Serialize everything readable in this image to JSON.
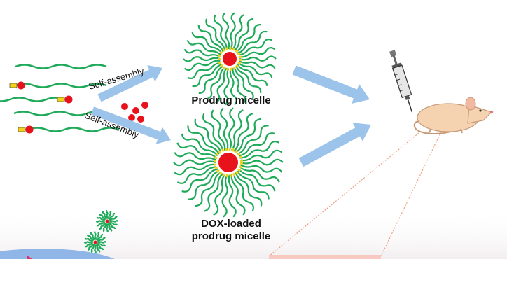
{
  "labels": {
    "self_assembly_top": "Self-assembly",
    "self_assembly_bottom": "Self-assembly",
    "prodrug_micelle": "Prodrug micelle",
    "dox_line1": "DOX-loaded",
    "dox_line2": "prodrug micelle"
  },
  "colors": {
    "strand": "#1faa5a",
    "core": "#e8121b",
    "drug": "#e8121b",
    "linker": "#f0d21e",
    "arrow": "#9cc3ea",
    "mouse": "#f6d3b0",
    "guide_line": "#f0a080"
  },
  "icons": [
    "syringe-icon",
    "mouse-icon"
  ]
}
